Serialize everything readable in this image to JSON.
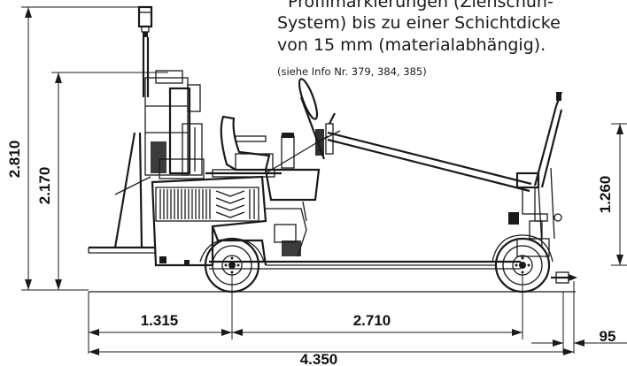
{
  "description": {
    "lines": [
      "Profilmarkierungen (Ziehschuh-",
      "System) bis zu einer Schichtdicke",
      "von 15 mm (materialabhängig)."
    ],
    "reference": "(siehe Info Nr. 379, 384, 385)"
  },
  "dimensions": {
    "overall_height": "2.810",
    "seat_height": "2.170",
    "front_height": "1.260",
    "rear_overhang": "1.315",
    "wheelbase": "2.710",
    "front_overhang": "95",
    "overall_length": "4.350"
  },
  "colors": {
    "line": "#1a1a1a",
    "background": "#ffffff"
  }
}
